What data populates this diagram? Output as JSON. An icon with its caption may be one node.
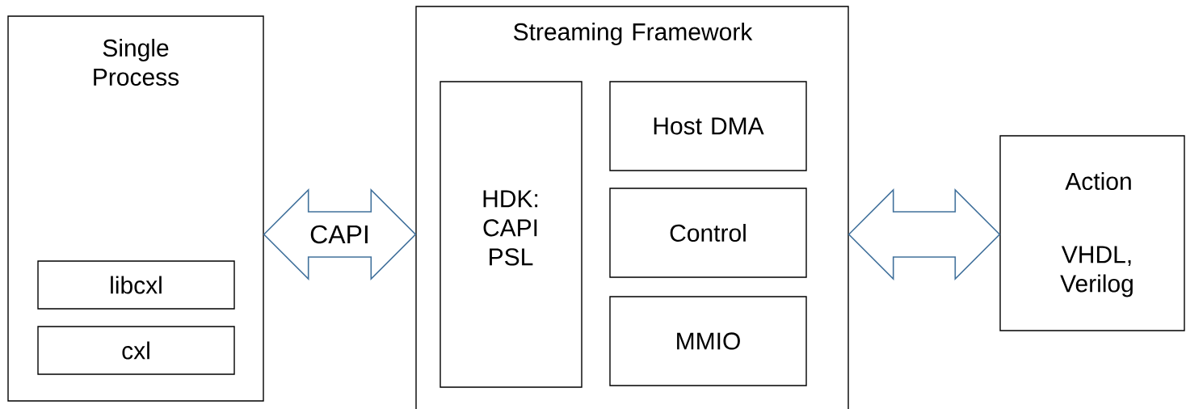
{
  "diagram": {
    "nodes": [
      {
        "text": [
          "Single Process"
        ]
      },
      {
        "text": [
          "libcxl"
        ],
        "in": 0
      },
      {
        "text": [
          "cxl"
        ],
        "in": 0
      },
      {
        "text": [
          "Streaming Framework"
        ]
      },
      {
        "text": [
          "HDK: CAPI PSL"
        ],
        "in": 3
      },
      {
        "text": [
          "Host DMA"
        ],
        "in": 3
      },
      {
        "text": [
          "Control"
        ],
        "in": 3
      },
      {
        "text": [
          "MMIO"
        ],
        "in": 3
      },
      {
        "text": [
          "Action",
          "VHDL, Verilog"
        ]
      }
    ],
    "edges": [
      {
        "from": 0,
        "to": 3,
        "arrow": "both",
        "label": "CAPI"
      },
      {
        "from": 3,
        "to": 8,
        "arrow": "both"
      }
    ]
  }
}
